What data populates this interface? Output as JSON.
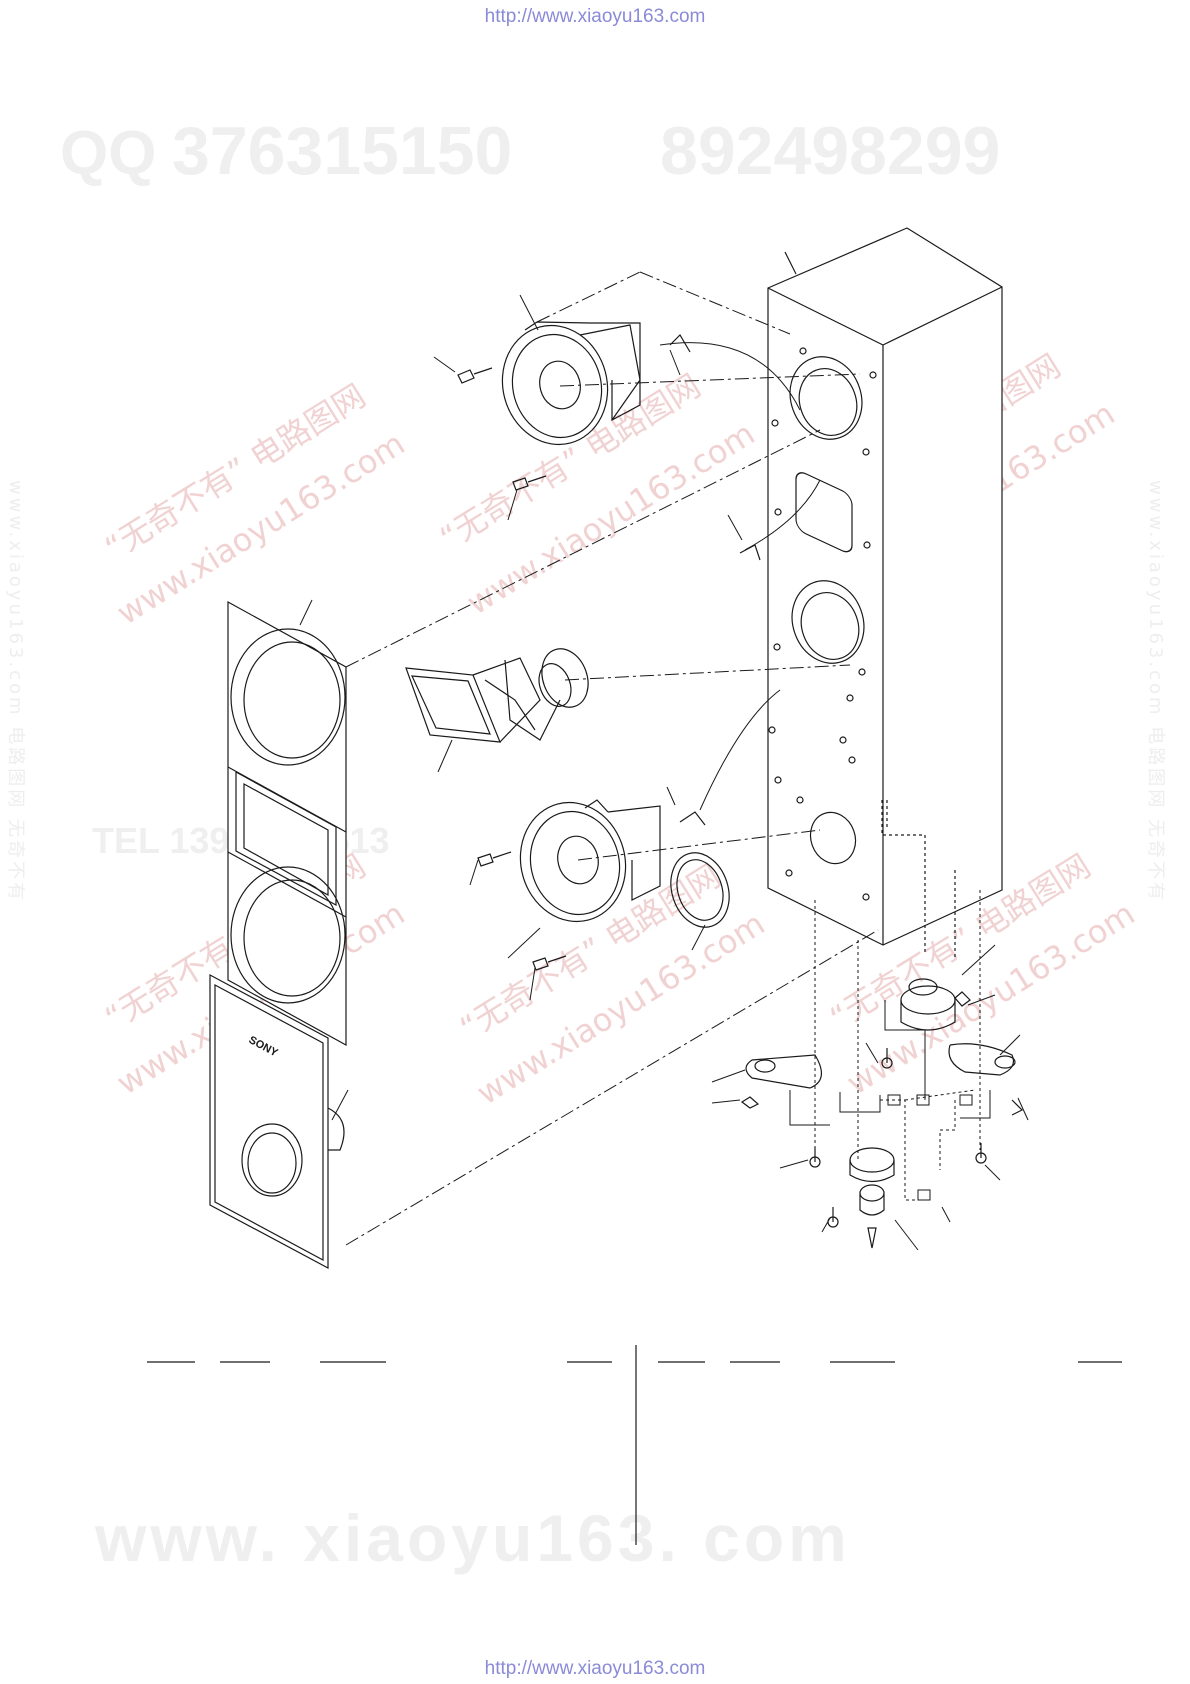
{
  "header": {
    "url": "http://www.xiaoyu163.com"
  },
  "footer": {
    "url": "http://www.xiaoyu163.com"
  },
  "watermarks": {
    "qq_label": "QQ",
    "qq_number_1": "376315150",
    "qq_number_2": "892498299",
    "tel_text": "TEL 13942296513",
    "tel_number_right": "892498299",
    "cn_brand": "“无奇不有” 电路图网",
    "cn_site": "www.xiaoyu163.com",
    "bottom_site": "www. xiaoyu163. com",
    "side_text": "www.xiaoyu163.com 电路图网 无奇不有"
  },
  "diagram": {
    "brand_logo": "SONY",
    "colors": {
      "line": "#1a1a1a",
      "watermark_red": "#f1d2d2",
      "watermark_gray": "#efefef",
      "link": "#8a8ad8"
    }
  }
}
